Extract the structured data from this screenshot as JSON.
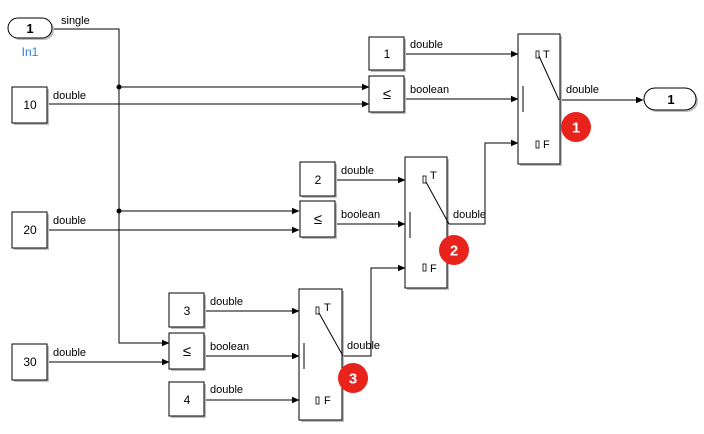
{
  "inport": {
    "number": "1",
    "name": "In1",
    "signal": "single"
  },
  "outport": {
    "number": "1"
  },
  "constants": {
    "c10": "10",
    "c20": "20",
    "c30": "30",
    "c1": "1",
    "c2": "2",
    "c3": "3",
    "c4": "4"
  },
  "signals": {
    "c10": "double",
    "c20": "double",
    "c30": "double",
    "c1": "double",
    "c2": "double",
    "c3": "double",
    "c4": "double",
    "cmp1": "boolean",
    "cmp2": "boolean",
    "cmp3": "boolean",
    "sw1": "double",
    "sw2": "double",
    "sw3": "double"
  },
  "operator": "≤",
  "switch_ports": {
    "true": "T",
    "false": "F"
  },
  "badges": {
    "b1": "1",
    "b2": "2",
    "b3": "3"
  },
  "colors": {
    "badge": "#e8231c",
    "inport_name": "#2f7fd8"
  }
}
